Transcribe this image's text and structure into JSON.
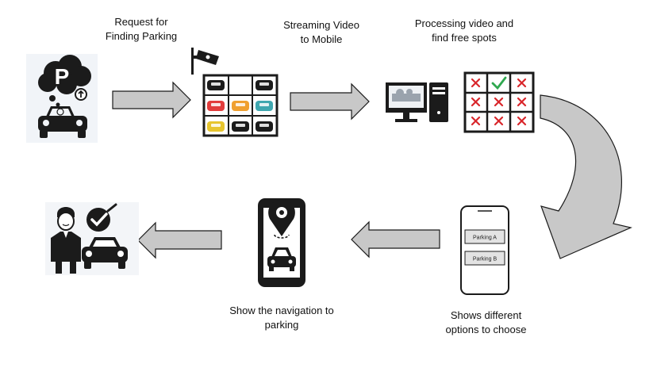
{
  "steps": [
    {
      "id": "request",
      "label": "Request for\nFinding Parking",
      "icon": "parking-car-icon"
    },
    {
      "id": "camera",
      "label": "",
      "icon": "camera-parking-lot-icon"
    },
    {
      "id": "stream",
      "label": "Streaming Video\nto Mobile",
      "icon": "computer-icon"
    },
    {
      "id": "process",
      "label": "Processing video and\nfind free spots",
      "icon": "spot-grid-icon"
    },
    {
      "id": "options",
      "label": "Shows different\noptions to choose",
      "icon": "phone-options-icon"
    },
    {
      "id": "navigate",
      "label": "Show the navigation to\nparking",
      "icon": "phone-navigation-icon"
    },
    {
      "id": "done",
      "label": "",
      "icon": "man-car-check-icon"
    }
  ],
  "phone_options": [
    "Parking A",
    "Parking B"
  ],
  "colors": {
    "arrow_fill": "#c8c8c8",
    "arrow_stroke": "#1a1a1a",
    "icon_dark": "#1b1b1b",
    "red_x": "#d9262b",
    "green_check": "#2fa84f",
    "car_red": "#e23c3c",
    "car_orange": "#f0a030",
    "car_teal": "#3fa7b0",
    "car_yellow": "#e7c52e"
  }
}
